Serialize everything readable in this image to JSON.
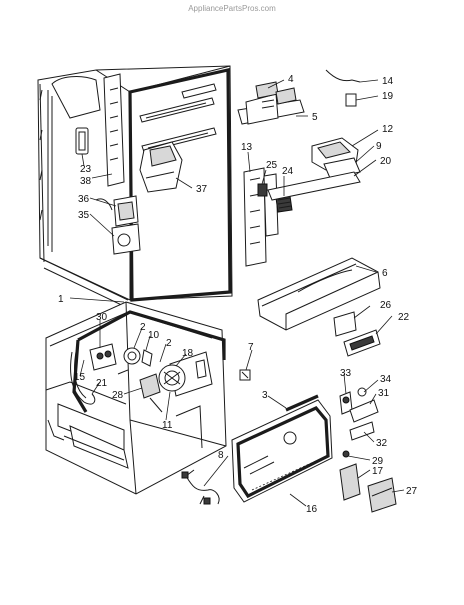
{
  "watermark": "AppliancePartsPros.com",
  "callouts": [
    {
      "id": "14",
      "label": "14"
    },
    {
      "id": "4",
      "label": "4"
    },
    {
      "id": "19",
      "label": "19"
    },
    {
      "id": "5",
      "label": "5"
    },
    {
      "id": "12",
      "label": "12"
    },
    {
      "id": "9",
      "label": "9"
    },
    {
      "id": "20",
      "label": "20"
    },
    {
      "id": "13",
      "label": "13"
    },
    {
      "id": "25",
      "label": "25"
    },
    {
      "id": "24",
      "label": "24"
    },
    {
      "id": "23",
      "label": "23"
    },
    {
      "id": "38",
      "label": "38"
    },
    {
      "id": "37",
      "label": "37"
    },
    {
      "id": "36",
      "label": "36"
    },
    {
      "id": "35",
      "label": "35"
    },
    {
      "id": "6",
      "label": "6"
    },
    {
      "id": "1",
      "label": "1"
    },
    {
      "id": "26",
      "label": "26"
    },
    {
      "id": "22",
      "label": "22"
    },
    {
      "id": "30",
      "label": "30"
    },
    {
      "id": "2a",
      "label": "2"
    },
    {
      "id": "10",
      "label": "10"
    },
    {
      "id": "2b",
      "label": "2"
    },
    {
      "id": "7",
      "label": "7"
    },
    {
      "id": "18",
      "label": "18"
    },
    {
      "id": "15",
      "label": "15"
    },
    {
      "id": "21",
      "label": "21"
    },
    {
      "id": "28",
      "label": "28"
    },
    {
      "id": "11",
      "label": "11"
    },
    {
      "id": "33",
      "label": "33"
    },
    {
      "id": "34",
      "label": "34"
    },
    {
      "id": "31",
      "label": "31"
    },
    {
      "id": "3",
      "label": "3"
    },
    {
      "id": "32",
      "label": "32"
    },
    {
      "id": "29",
      "label": "29"
    },
    {
      "id": "8",
      "label": "8"
    },
    {
      "id": "17",
      "label": "17"
    },
    {
      "id": "27",
      "label": "27"
    },
    {
      "id": "16",
      "label": "16"
    }
  ]
}
